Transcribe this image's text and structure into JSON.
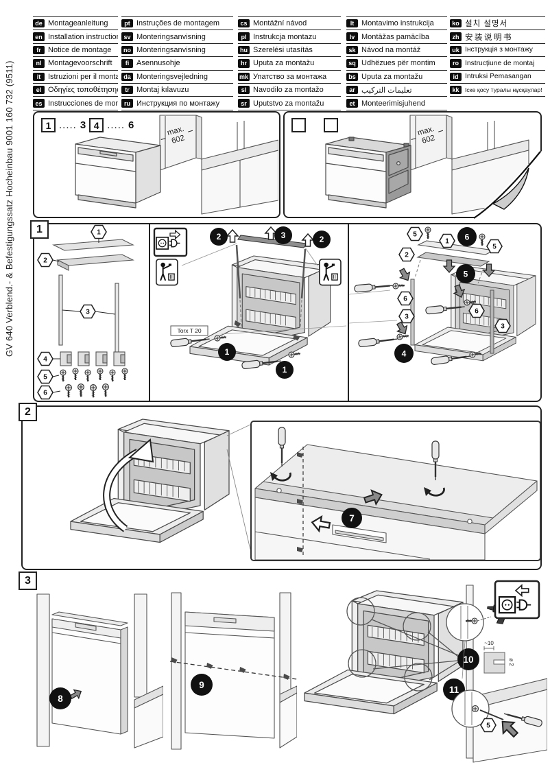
{
  "side_label": "GV 640 Verblend.- & Befestigungssatz Hocheinbau  9001 160 732 (9511)",
  "languages": {
    "col1": [
      {
        "code": "de",
        "label": "Montageanleitung"
      },
      {
        "code": "en",
        "label": "Installation instructions"
      },
      {
        "code": "fr",
        "label": "Notice de montage"
      },
      {
        "code": "nl",
        "label": "Montagevoorschrift"
      },
      {
        "code": "it",
        "label": "Istruzioni per il montaggio"
      },
      {
        "code": "el",
        "label": "Οδηγίες τοποθέτησης"
      },
      {
        "code": "es",
        "label": "Instrucciones de montaje"
      }
    ],
    "col2": [
      {
        "code": "pt",
        "label": "Instruções de montagem"
      },
      {
        "code": "sv",
        "label": "Monteringsanvisning"
      },
      {
        "code": "no",
        "label": "Monteringsanvisning"
      },
      {
        "code": "fi",
        "label": "Asennusohje"
      },
      {
        "code": "da",
        "label": "Monteringsvejledning"
      },
      {
        "code": "tr",
        "label": "Montaj kılavuzu"
      },
      {
        "code": "ru",
        "label": "Инструкция по монтажу"
      }
    ],
    "col3": [
      {
        "code": "cs",
        "label": "Montážní návod"
      },
      {
        "code": "pl",
        "label": "Instrukcja montazu"
      },
      {
        "code": "hu",
        "label": "Szerelési utasítás"
      },
      {
        "code": "hr",
        "label": "Uputa za montažu"
      },
      {
        "code": "mk",
        "label": "Упатство за монтажа"
      },
      {
        "code": "sl",
        "label": "Navodilo za montažo"
      },
      {
        "code": "sr",
        "label": "Uputstvo za montažu"
      }
    ],
    "col4": [
      {
        "code": "lt",
        "label": "Montavimo instrukcija"
      },
      {
        "code": "lv",
        "label": "Montāžas pamācība"
      },
      {
        "code": "sk",
        "label": "Návod na montáž"
      },
      {
        "code": "sq",
        "label": "Udhëzues për montim"
      },
      {
        "code": "bs",
        "label": "Uputa za montažu"
      },
      {
        "code": "ar",
        "label": "تعليمات التركيب"
      },
      {
        "code": "et",
        "label": "Monteerimisjuhend"
      }
    ],
    "col5": [
      {
        "code": "ko",
        "label": "설치 설명서"
      },
      {
        "code": "zh",
        "label": "安装说明书"
      },
      {
        "code": "uk",
        "label": "Інструкція з монтажу"
      },
      {
        "code": "ro",
        "label": "Instrucțiune de montaj"
      },
      {
        "code": "id",
        "label": "Intruksi Pemasangan"
      },
      {
        "code": "kk",
        "label": "Іске қосу туралы нұсқаулар!"
      }
    ]
  },
  "overview": {
    "sequence": {
      "box1": "1",
      "dots1": ".....",
      "num1": "3",
      "box2": "4",
      "dots2": ".....",
      "num2": "6"
    },
    "panel_a": {
      "max_label": "max.",
      "max_value": "602"
    },
    "panel_b": {
      "max_label": "max.",
      "max_value": "602"
    }
  },
  "step1": {
    "label": "1",
    "parts": {
      "p1": "1",
      "p2": "2",
      "p3": "3",
      "p4": "4",
      "p5": "5",
      "p6": "6"
    },
    "middle": {
      "torx_label": "Torx T 20",
      "circle_2a": "2",
      "circle_3": "3",
      "circle_2b": "2",
      "circle_1a": "1",
      "circle_1b": "1"
    },
    "right": {
      "hex_5a": "5",
      "hex_1": "1",
      "hex_5b": "5",
      "hex_2": "2",
      "hex_6a": "6",
      "hex_3a": "3",
      "hex_6b": "6",
      "hex_3b": "3",
      "circle_6": "6",
      "circle_5": "5",
      "circle_4": "4"
    }
  },
  "step2": {
    "label": "2",
    "circle_7": "7"
  },
  "step3": {
    "label": "3",
    "circle_8": "8",
    "circle_9": "9",
    "circle_10": "10",
    "circle_11": "11",
    "hex_5": "5",
    "hole_width": "~10",
    "hole_diameter": "ø 2"
  }
}
